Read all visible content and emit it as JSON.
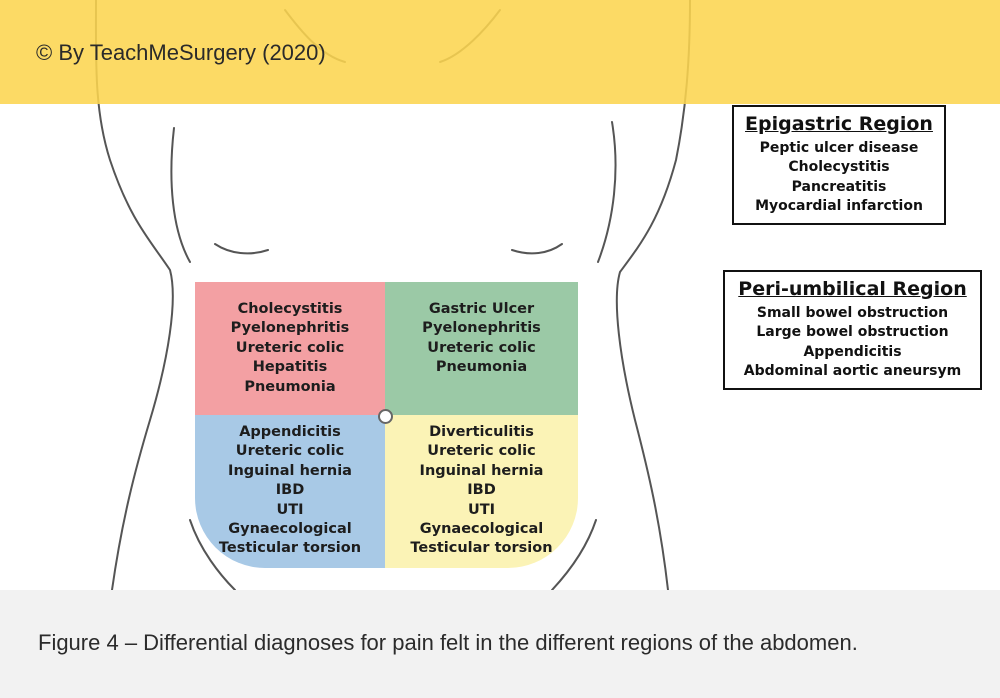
{
  "banner": {
    "copyright": "©  By TeachMeSurgery (2020)"
  },
  "quadrants": {
    "right_upper": [
      "Cholecystitis",
      "Pyelonephritis",
      "Ureteric colic",
      "Hepatitis",
      "Pneumonia"
    ],
    "left_upper": [
      "Gastric Ulcer",
      "Pyelonephritis",
      "Ureteric colic",
      "Pneumonia"
    ],
    "right_lower": [
      "Appendicitis",
      "Ureteric colic",
      "Inguinal hernia",
      "IBD",
      "UTI",
      "Gynaecological",
      "Testicular torsion"
    ],
    "left_lower": [
      "Diverticulitis",
      "Ureteric colic",
      "Inguinal hernia",
      "IBD",
      "UTI",
      "Gynaecological",
      "Testicular torsion"
    ]
  },
  "regions": {
    "epigastric": {
      "title": "Epigastric Region",
      "items": [
        "Peptic ulcer disease",
        "Cholecystitis",
        "Pancreatitis",
        "Myocardial infarction"
      ]
    },
    "periumbilical": {
      "title": "Peri-umbilical Region",
      "items": [
        "Small bowel obstruction",
        "Large bowel obstruction",
        "Appendicitis",
        "Abdominal aortic aneursym"
      ]
    }
  },
  "colors": {
    "right_upper": "#f3a0a3",
    "left_upper": "#9bc9a6",
    "right_lower": "#a8c9e6",
    "left_lower": "#fbf3b6",
    "banner": "#fcd550"
  },
  "caption": "Figure 4 – Differential diagnoses for pain felt in the different regions of the abdomen."
}
